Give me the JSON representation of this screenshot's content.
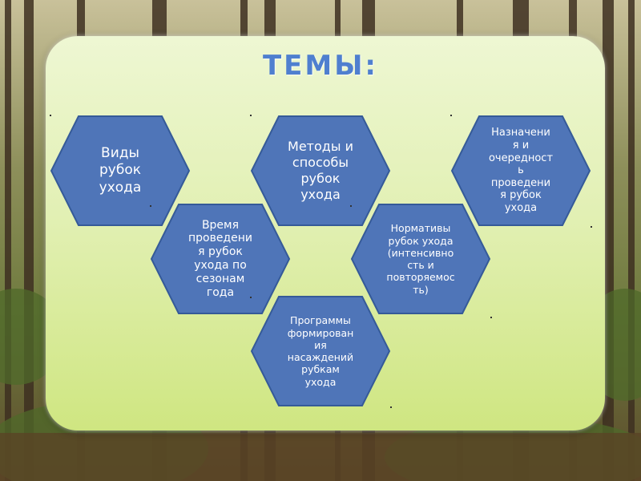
{
  "slide": {
    "title": "ТЕМЫ:",
    "hexagons": [
      {
        "id": "types",
        "text": "Виды\nрубок\nухода"
      },
      {
        "id": "methods",
        "text": "Методы и\nспособы\nрубок\nухода"
      },
      {
        "id": "purpose",
        "text": "Назначени\nя и\nочередност\nь\nпроведени\nя рубок\nухода"
      },
      {
        "id": "timing",
        "text": "Время\nпроведени\nя рубок\nухода по\nсезонам\nгода"
      },
      {
        "id": "norms",
        "text": "Нормативы\nрубок ухода\n(интенсивно\nсть и\nповторяемос\nть)"
      },
      {
        "id": "programs",
        "text": "Программы\nформирован\nия\nнасаждений\nрубкам\nухода"
      }
    ]
  },
  "colors": {
    "hex_fill": "#4f75b8",
    "hex_stroke": "#355a98",
    "title": "#4f7fcf",
    "panel": "#e2f0b4"
  }
}
